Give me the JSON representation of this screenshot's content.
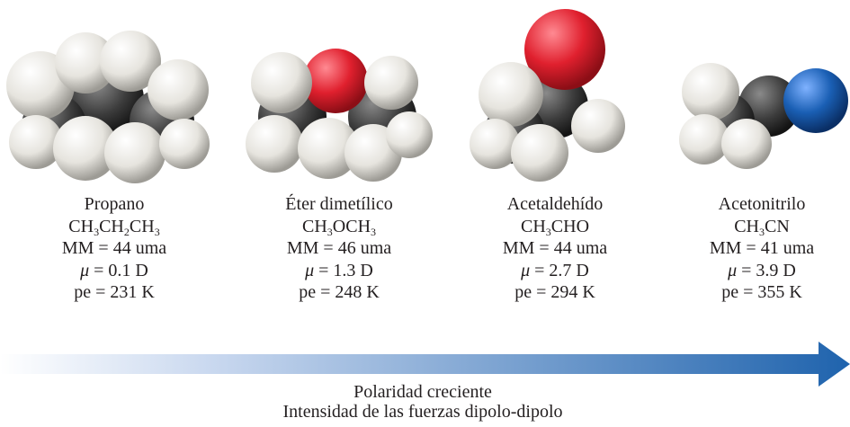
{
  "molecules": [
    {
      "name": "Propano",
      "formula": [
        [
          "CH",
          "3"
        ],
        [
          "CH",
          "2"
        ],
        [
          "CH",
          "3"
        ]
      ],
      "mm": "MM = 44 uma",
      "mu_symbol": "μ",
      "mu_value": " = 0.1 D",
      "bp": "pe = 231 K",
      "icon": "propane-model-icon"
    },
    {
      "name": "Éter dimetílico",
      "formula": [
        [
          "CH",
          "3"
        ],
        [
          "OCH",
          "3"
        ]
      ],
      "mm": "MM = 46 uma",
      "mu_symbol": "μ",
      "mu_value": " = 1.3 D",
      "bp": "pe = 248 K",
      "icon": "dimethyl-ether-model-icon"
    },
    {
      "name": "Acetaldehído",
      "formula": [
        [
          "CH",
          "3"
        ],
        [
          "CHO",
          ""
        ]
      ],
      "mm": "MM = 44 uma",
      "mu_symbol": "μ",
      "mu_value": " = 2.7 D",
      "bp": "pe = 294 K",
      "icon": "acetaldehyde-model-icon"
    },
    {
      "name": "Acetonitrilo",
      "formula": [
        [
          "CH",
          "3"
        ],
        [
          "CN",
          ""
        ]
      ],
      "mm": "MM = 41 uma",
      "mu_symbol": "μ",
      "mu_value": " = 3.9 D",
      "bp": "pe = 355 K",
      "icon": "acetonitrile-model-icon"
    }
  ],
  "atom_colors": {
    "hydrogen": "#e8e6e0",
    "carbon": "#3c3c3c",
    "oxygen": "#e0202e",
    "nitrogen": "#1a5fb4"
  },
  "arrow": {
    "color_start": "#ffffff",
    "color_end": "#1f63ad",
    "icon": "gradient-arrow-icon"
  },
  "caption": {
    "line1": "Polaridad creciente",
    "line2": "Intensidad de las fuerzas dipolo-dipolo"
  }
}
